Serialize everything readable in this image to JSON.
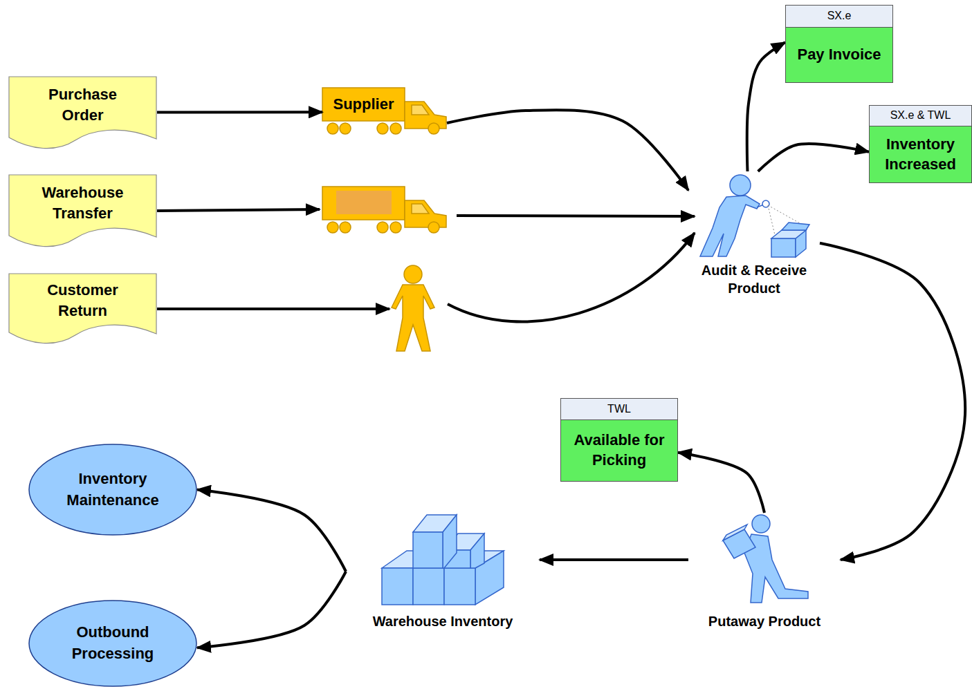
{
  "diagram": {
    "nodes": [
      {
        "text": [
          "Purchase Order"
        ]
      },
      {
        "text": [
          "Warehouse Transfer"
        ]
      },
      {
        "text": [
          "Customer Return"
        ]
      },
      {
        "text": [
          "Supplier"
        ]
      },
      {
        "text": [
          "Audit & Receive Product"
        ]
      },
      {
        "text": [
          "SX.e",
          "Pay Invoice"
        ]
      },
      {
        "text": [
          "SX.e & TWL",
          "Inventory Increased"
        ]
      },
      {
        "text": [
          "Putaway Product"
        ]
      },
      {
        "text": [
          "TWL",
          "Available for Picking"
        ]
      },
      {
        "text": [
          "Warehouse Inventory"
        ]
      },
      {
        "text": [
          "Inventory Maintenance"
        ]
      },
      {
        "text": [
          "Outbound Processing"
        ]
      }
    ],
    "edges": [
      {
        "from": 0,
        "to": 3,
        "arrow": "to"
      },
      {
        "from": 3,
        "to": 4,
        "arrow": "to"
      },
      {
        "from": 4,
        "to": 5,
        "arrow": "to"
      },
      {
        "from": 4,
        "to": 6,
        "arrow": "to"
      },
      {
        "from": 4,
        "to": 7,
        "arrow": "to"
      },
      {
        "from": 7,
        "to": 8,
        "arrow": "to"
      },
      {
        "from": 7,
        "to": 9,
        "arrow": "to"
      },
      {
        "from": 9,
        "to": 10,
        "arrow": "to"
      },
      {
        "from": 9,
        "to": 11,
        "arrow": "to"
      }
    ]
  }
}
